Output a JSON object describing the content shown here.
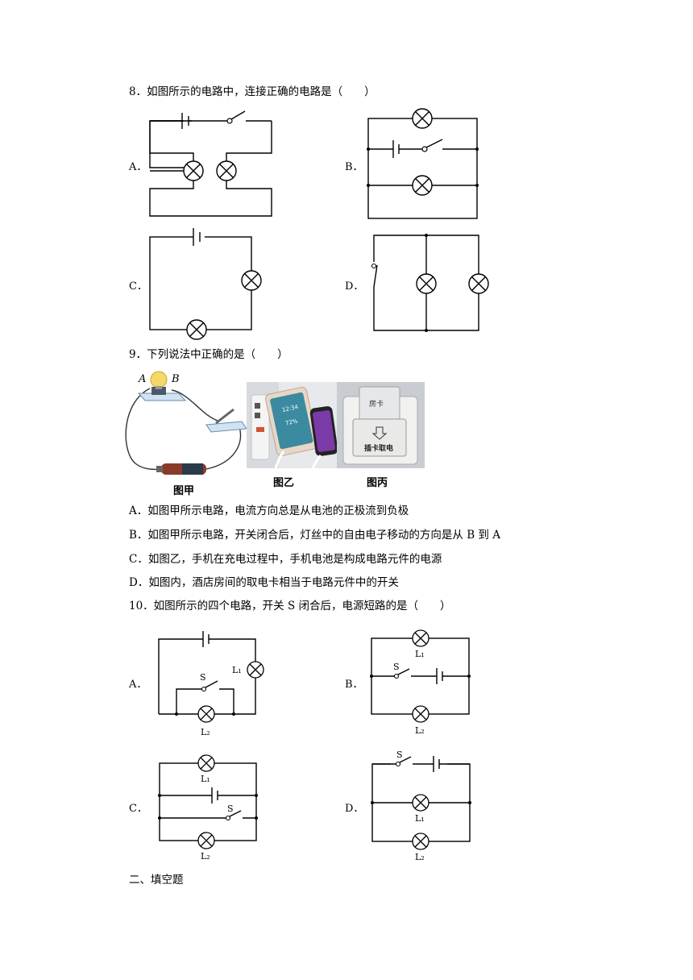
{
  "q8": {
    "stem": "8．如图所示的电路中，连接正确的电路是（　　）",
    "options": {
      "a": "A．",
      "b": "B．",
      "c": "C．",
      "d": "D．"
    }
  },
  "q9": {
    "stem": "9．下列说法中正确的是（　　）",
    "fig_labels": {
      "a": "A",
      "b": "B",
      "jia": "图甲",
      "yi": "图乙",
      "bing": "图丙"
    },
    "photo": {
      "card": "房卡",
      "slot": "插卡取电",
      "phone_time": "12:34",
      "battery": "72%"
    },
    "options": [
      "A．如图甲所示电路，电流方向总是从电池的正极流到负极",
      "B．如图甲所示电路，开关闭合后，灯丝中的自由电子移动的方向是从 B 到 A",
      "C．如图乙，手机在充电过程中，手机电池是构成电路元件的电源",
      "D．如图内，酒店房间的取电卡相当于电路元件中的开关"
    ]
  },
  "q10": {
    "stem": "10．如图所示的四个电路，开关 S 闭合后，电源短路的是（　　）",
    "options": {
      "a": "A．",
      "b": "B．",
      "c": "C．",
      "d": "D．"
    },
    "symbols": {
      "s": "S",
      "l1": "L₁",
      "l2": "L₂"
    }
  },
  "section": "二、填空题"
}
